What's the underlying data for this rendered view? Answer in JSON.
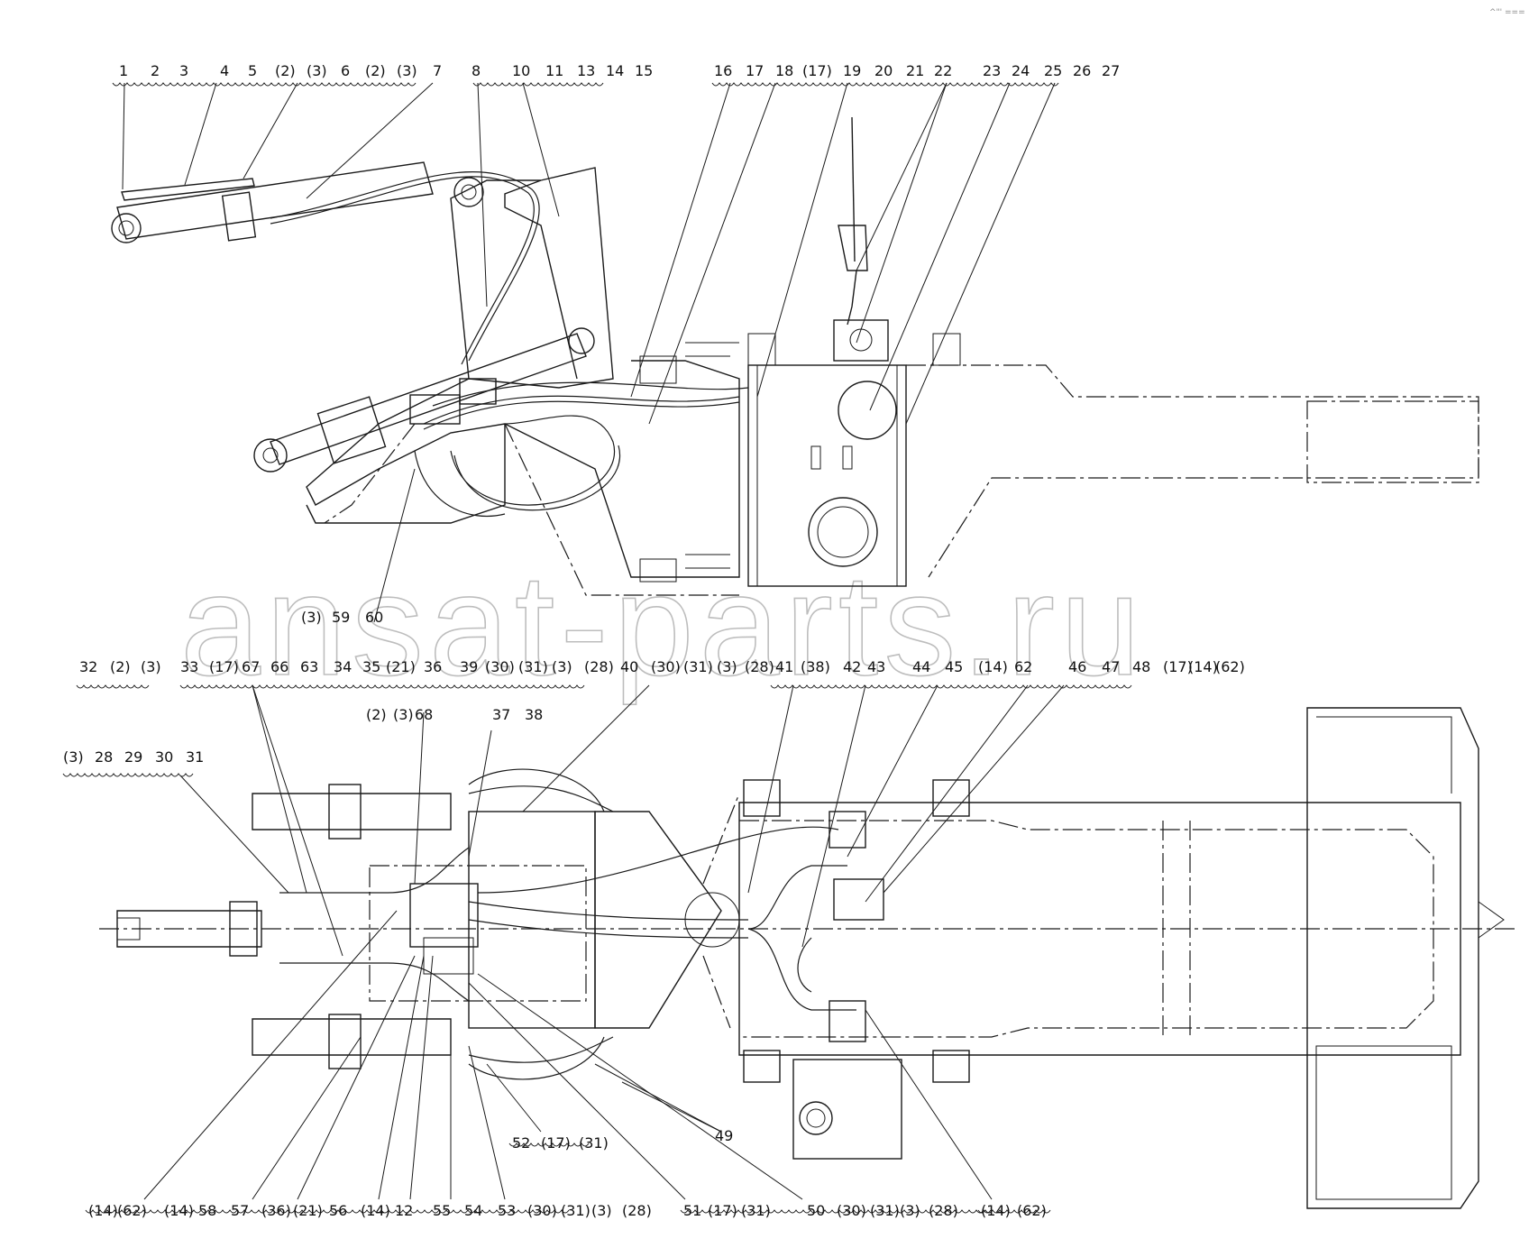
{
  "watermark": "ansat-parts.ru",
  "top_label_row": [
    "1",
    "2",
    "3",
    "4",
    "5",
    "(2)",
    "(3)",
    "6",
    "(2)",
    "(3)",
    "7",
    "8",
    "10",
    "11",
    "13",
    "14",
    "15",
    "16",
    "17",
    "18",
    "(17)",
    "19",
    "20",
    "21",
    "22",
    "23",
    "24",
    "25",
    "26",
    "27"
  ],
  "mid_small_row": [
    "(3)",
    "59",
    "60"
  ],
  "mid_label_row": [
    "32",
    "(2)",
    "(3)",
    "33",
    "(17)",
    "67",
    "66",
    "63",
    "34",
    "35",
    "(21)",
    "36",
    "39",
    "(30)",
    "(31)",
    "(3)",
    "(28)",
    "40",
    "(30)",
    "(31)",
    "(3)",
    "(28)",
    "41",
    "(38)",
    "42",
    "43",
    "44",
    "45",
    "(14)",
    "62",
    "46",
    "47",
    "48",
    "(17)",
    "(14)",
    "(62)"
  ],
  "row_68": [
    "(2)",
    "(3)",
    "68"
  ],
  "row_37": [
    "37",
    "38"
  ],
  "left_label_row": [
    "(3)",
    "28",
    "29",
    "30",
    "31"
  ],
  "label_49": "49",
  "label_52_group": [
    "52",
    "(17)",
    "(31)"
  ],
  "bottom_label_row": [
    "(14)",
    "(62)",
    "(14)",
    "58",
    "57",
    "(36)",
    "(21)",
    "56",
    "(14)",
    "12",
    "55",
    "54",
    "53",
    "(30)",
    "(31)",
    "(3)",
    "(28)",
    "51",
    "(17)",
    "(31)",
    "50",
    "(30)",
    "(31)",
    "(3)",
    "(28)",
    "(14)",
    "(62)"
  ],
  "corner_mark": "^\"' ==="
}
